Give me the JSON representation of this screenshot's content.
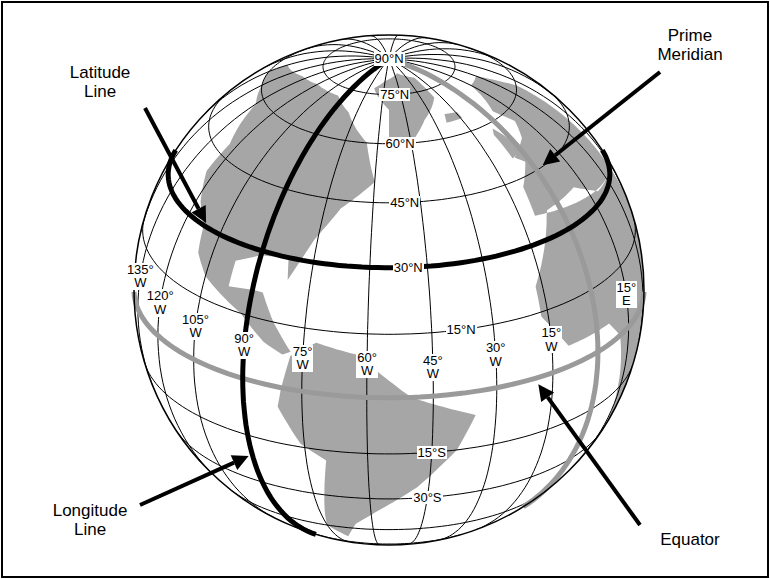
{
  "diagram": {
    "labels": [
      "Latitude Line",
      "Prime Meridian",
      "90°N",
      "75°N",
      "60°N",
      "45°N",
      "30°N",
      "135° W",
      "15° E",
      "120° W",
      "105° W",
      "15°N",
      "90° W",
      "75° W",
      "60° W",
      "45° W",
      "30° W",
      "15° W",
      "15°S",
      "30°S",
      "Longitude Line",
      "Equator"
    ]
  }
}
